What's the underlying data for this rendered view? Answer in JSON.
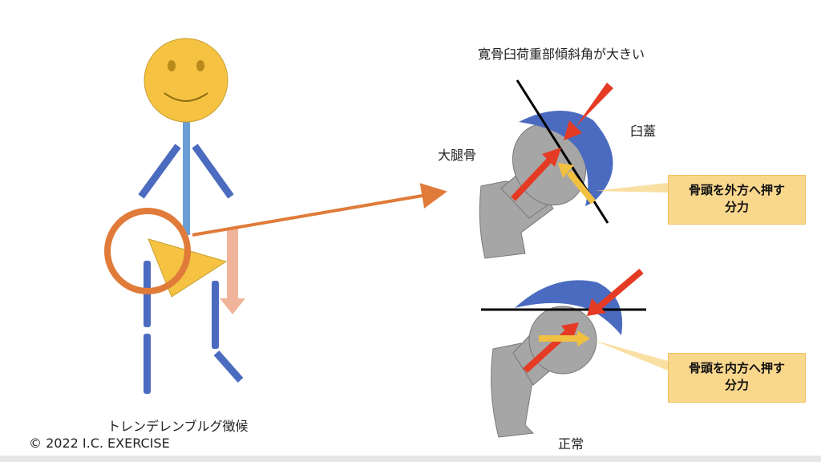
{
  "title_top": "寛骨臼荷重部傾斜角が大きい",
  "label_femur": "大腿骨",
  "label_acetabular_roof": "臼蓋",
  "callout_top": {
    "line1": "骨頭を外方へ押す",
    "line2": "分力"
  },
  "callout_bottom": {
    "line1": "骨頭を内方へ押す",
    "line2": "分力"
  },
  "label_normal": "正常",
  "label_figure": "トレンデレンブルグ徴候",
  "copyright": "© 2022 I.C. EXERCISE",
  "colors": {
    "bone_blue": "#4a6bbf",
    "force_red": "#e53a24",
    "force_yellow": "#f2c040",
    "femur_gray": "#a6a6a6",
    "highlight_orange": "#e07b39"
  }
}
